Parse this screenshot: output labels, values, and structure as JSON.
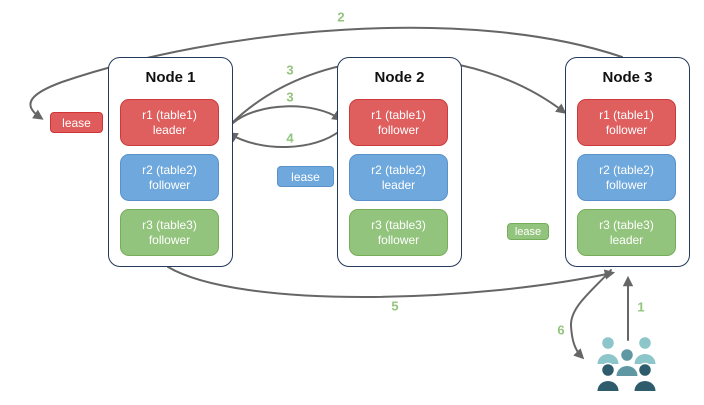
{
  "diagram_title": "replica-lease-diagram",
  "nodes": [
    {
      "title": "Node 1",
      "replicas": [
        {
          "name": "r1 (table1)",
          "role": "leader",
          "color": "red"
        },
        {
          "name": "r2 (table2)",
          "role": "follower",
          "color": "blue"
        },
        {
          "name": "r3 (table3)",
          "role": "follower",
          "color": "green"
        }
      ]
    },
    {
      "title": "Node 2",
      "replicas": [
        {
          "name": "r1 (table1)",
          "role": "follower",
          "color": "red"
        },
        {
          "name": "r2 (table2)",
          "role": "leader",
          "color": "blue"
        },
        {
          "name": "r3 (table3)",
          "role": "follower",
          "color": "green"
        }
      ]
    },
    {
      "title": "Node 3",
      "replicas": [
        {
          "name": "r1 (table1)",
          "role": "follower",
          "color": "red"
        },
        {
          "name": "r2 (table2)",
          "role": "follower",
          "color": "blue"
        },
        {
          "name": "r3 (table3)",
          "role": "leader",
          "color": "green"
        }
      ]
    }
  ],
  "leases": [
    {
      "label": "lease",
      "color": "red"
    },
    {
      "label": "lease",
      "color": "blue"
    },
    {
      "label": "lease",
      "color": "green"
    }
  ],
  "step_labels": [
    "2",
    "3",
    "3",
    "4",
    "5",
    "1",
    "6"
  ],
  "icons": {
    "users_group": "users-group-icon"
  },
  "colors": {
    "red_fill": "#df5e5e",
    "red_border": "#cc3b3b",
    "blue_fill": "#6fa8dc",
    "blue_border": "#5b91c9",
    "green_fill": "#93c47d",
    "green_border": "#76ad58",
    "node_border": "#24395c",
    "arrow_gray": "#666666",
    "step_green": "#93c47d",
    "people_light_teal": "#8cc5ca",
    "people_mid_teal": "#5f98a3",
    "people_dark_slate": "#2f5c6c"
  }
}
